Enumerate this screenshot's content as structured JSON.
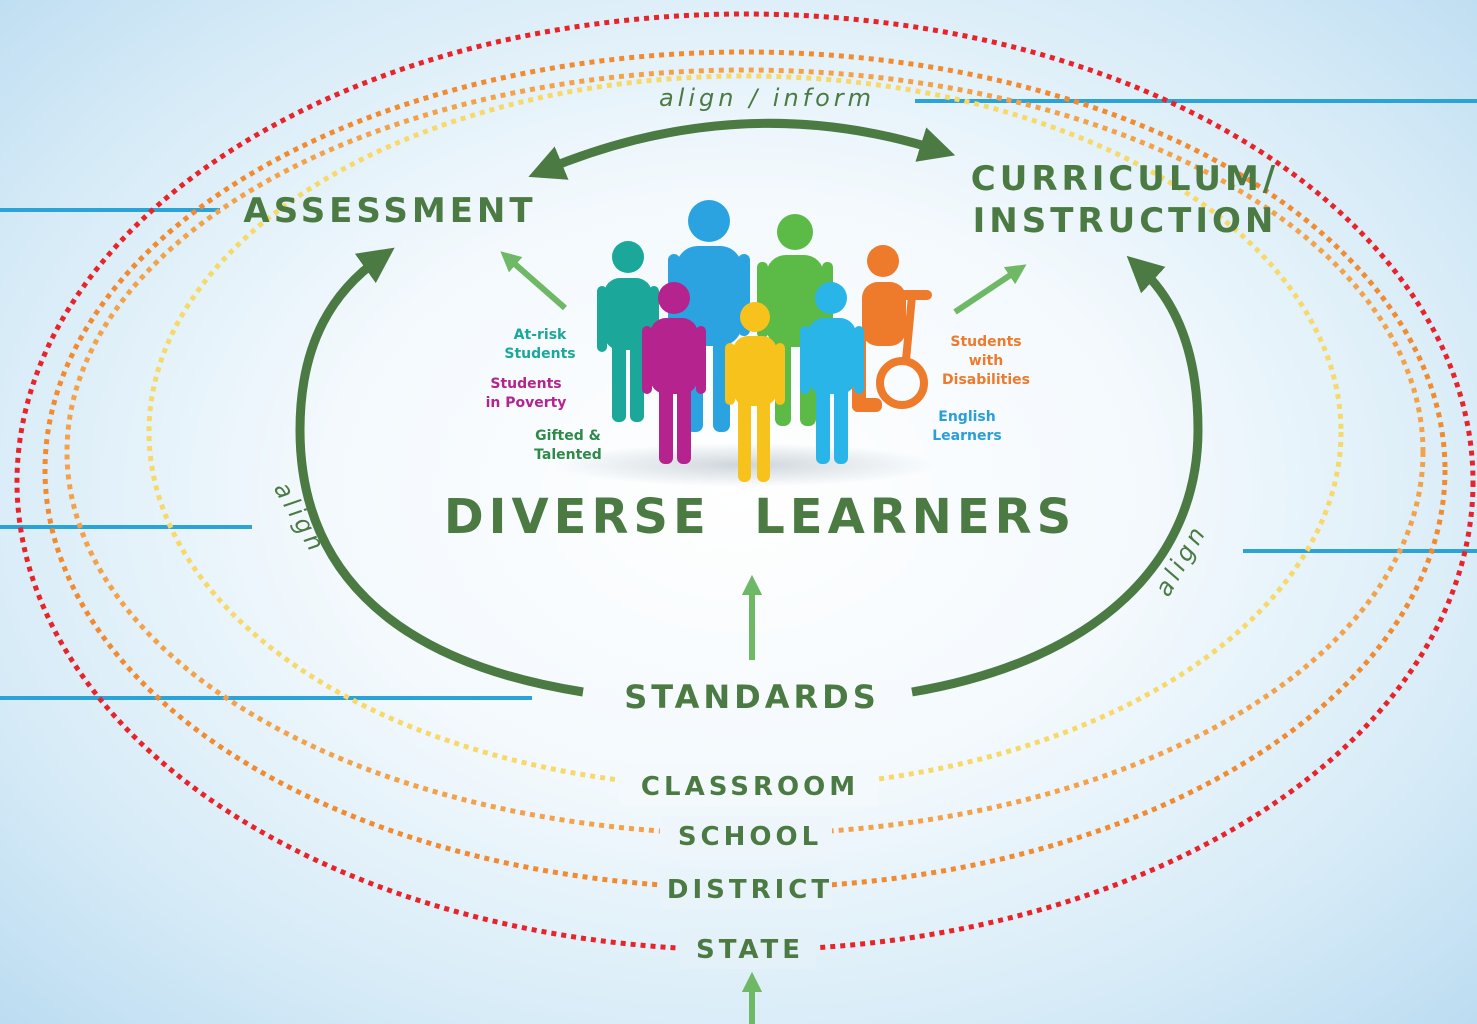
{
  "colors": {
    "background": "#d6ebf7",
    "text_green": "#4b7a43",
    "arrow_dark_green": "#4b7a43",
    "arrow_light_green": "#6fb866",
    "blue_lines": "#2aa3d8",
    "ring_classroom": "#f7d96a",
    "ring_school": "#f4a24a",
    "ring_district": "#f28a30",
    "ring_state": "#e8232a"
  },
  "labels": {
    "align_inform": "align / inform",
    "assessment": "ASSESSMENT",
    "curriculum_line1": "CURRICULUM/",
    "curriculum_line2": "INSTRUCTION",
    "diverse_learners": "DIVERSE  LEARNERS",
    "standards": "STANDARDS",
    "align_left": "align",
    "align_right": "align"
  },
  "levels": {
    "classroom": "CLASSROOM",
    "school": "SCHOOL",
    "district": "DISTRICT",
    "state": "STATE"
  },
  "learner_groups": {
    "at_risk_line1": "At-risk",
    "at_risk_line2": "Students",
    "poverty_line1": "Students",
    "poverty_line2": "in Poverty",
    "gifted_line1": "Gifted &",
    "gifted_line2": "Talented",
    "disabilities_line1": "Students",
    "disabilities_line2": "with",
    "disabilities_line3": "Disabilities",
    "english_line1": "English",
    "english_line2": "Learners"
  },
  "group_colors": {
    "at_risk": "#1ba89a",
    "poverty": "#b5238e",
    "gifted": "#2f8a4a",
    "disabilities": "#ee7a2c",
    "english": "#2a9fd6"
  },
  "people_icons": [
    "person-teal-icon",
    "person-blue-tall-icon",
    "person-green-icon",
    "person-wheelchair-orange-icon",
    "person-magenta-icon",
    "person-yellow-icon",
    "person-cyan-icon"
  ]
}
